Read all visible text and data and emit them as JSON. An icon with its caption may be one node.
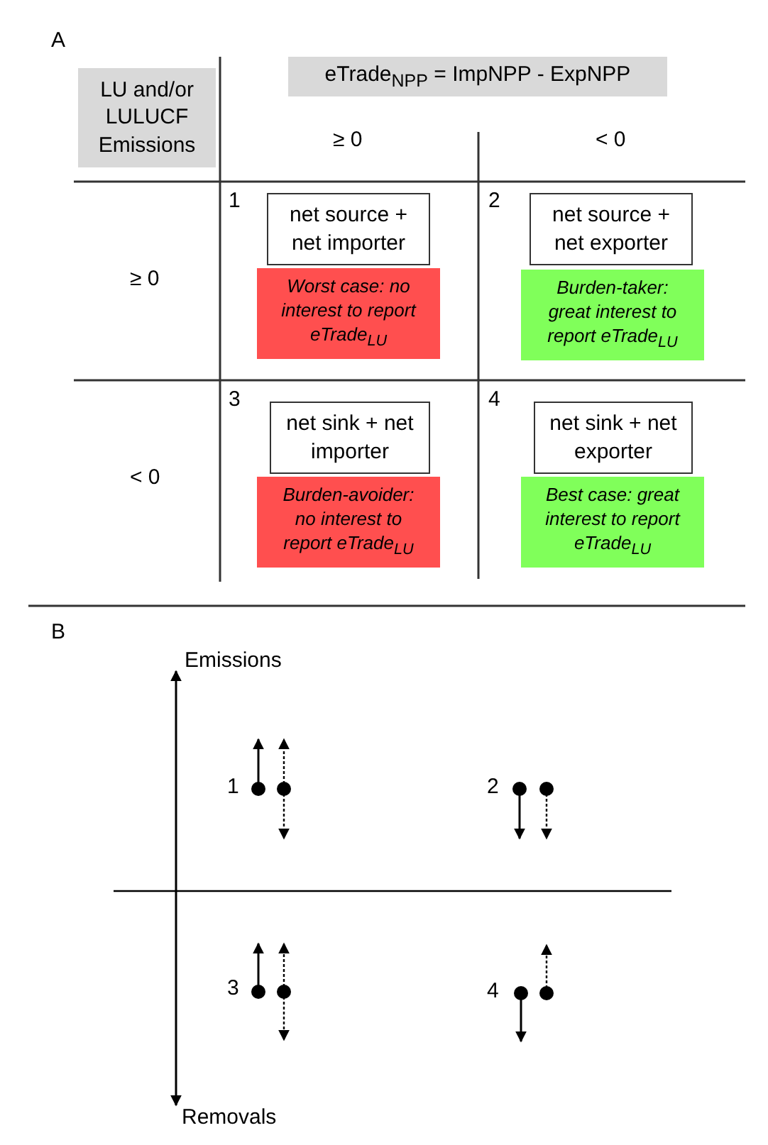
{
  "diagram": {
    "nodes": [
      {
        "text": [
          "LU and/or LULUCF Emissions"
        ]
      },
      {
        "text": [
          "eTrade$_{NPP}$ = ImpNPP - ExpNPP"
        ]
      },
      {
        "text": [
          "net source + net importer"
        ]
      },
      {
        "text": [
          "Worst case: no interest to report eTrade$_{LU}$"
        ]
      },
      {
        "text": [
          "net source + net exporter"
        ]
      },
      {
        "text": [
          "Burden-taker: great interest to report eTrade$_{LU}$"
        ]
      },
      {
        "text": [
          "net sink + net importer"
        ]
      },
      {
        "text": [
          "Burden-avoider: no interest to report eTrade$_{LU}$"
        ]
      },
      {
        "text": [
          "net sink + net exporter"
        ]
      },
      {
        "text": [
          "Best case: great interest to report eTrade$_{LU}$"
        ]
      }
    ],
    "edges": [],
    "labels": [
      "A",
      "≥ 0",
      "< 0",
      "≥ 0",
      "1",
      "2",
      "< 0",
      "3",
      "4",
      "B",
      "Emissions",
      "1",
      "2",
      "3",
      "4",
      "Removals"
    ]
  }
}
